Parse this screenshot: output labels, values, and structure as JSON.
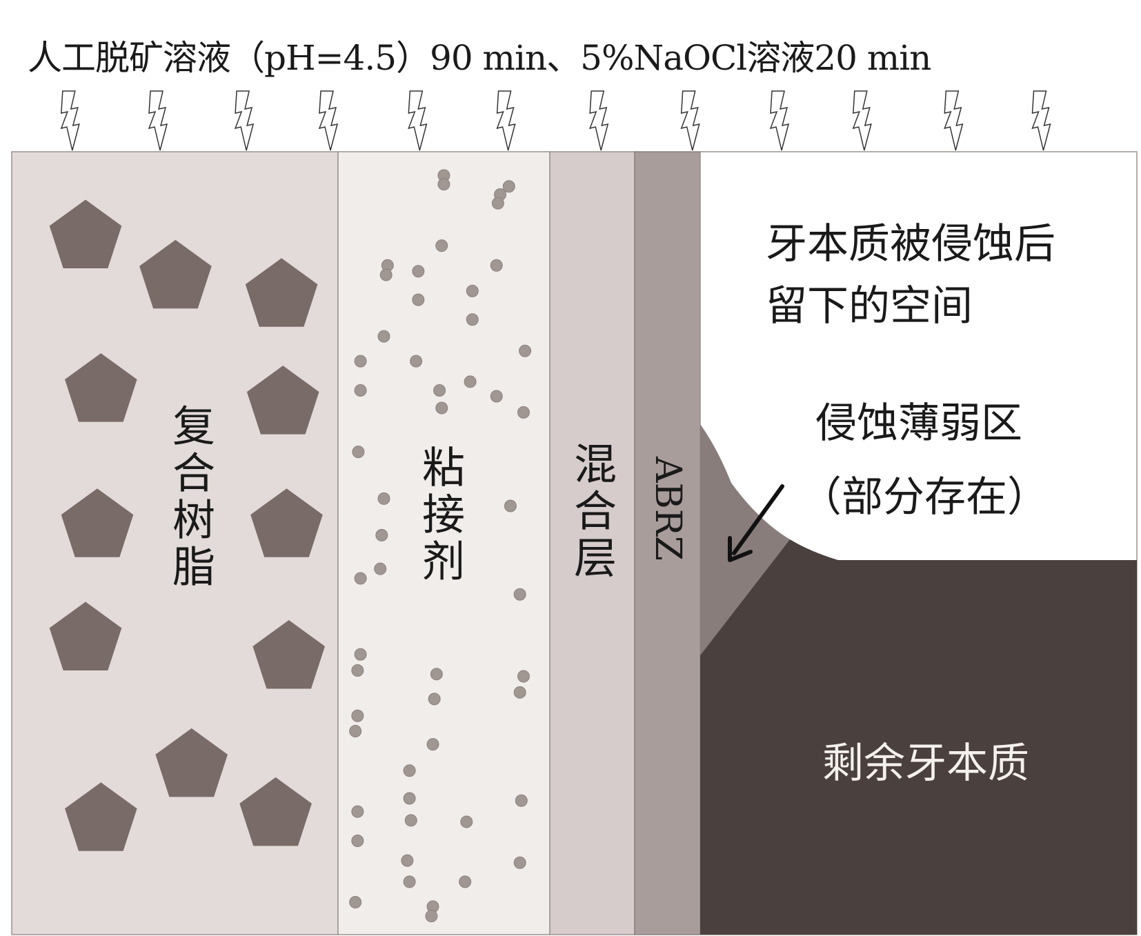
{
  "title": "人工脱矿溶液（pH=4.5）90 min、5%NaOCl溶液20 min",
  "layers": {
    "composite": "复合树脂",
    "adhesive": "粘接剂",
    "hybrid": "混合层",
    "abrz": "ABRZ"
  },
  "annotations": {
    "eroded_space_line1": "牙本质被侵蚀后",
    "eroded_space_line2": "留下的空间",
    "weak_zone_line1": "侵蚀薄弱区",
    "weak_zone_line2": "（部分存在）",
    "remaining_dentin": "剩余牙本质"
  },
  "colors": {
    "composite": "#e3dbd9",
    "filler": "#796b67",
    "adhesive": "#f1edeb",
    "adhesive_particle": "#a09793",
    "hybrid": "#d6cccb",
    "abrz": "#a89d9b",
    "weak_zone": "#897d7b",
    "dentin": "#4a403d"
  }
}
